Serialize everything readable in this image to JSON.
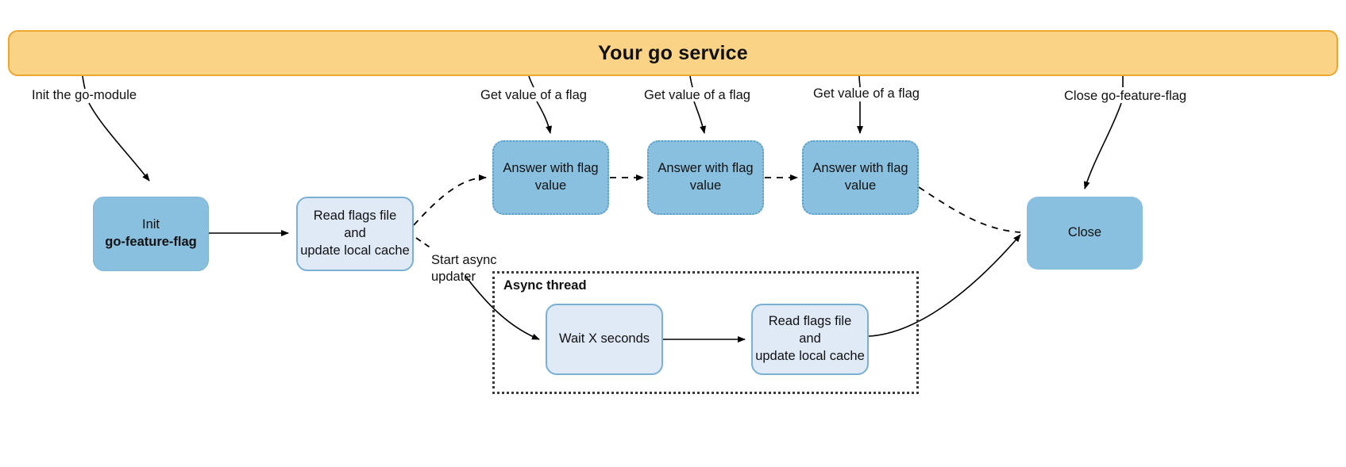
{
  "diagram": {
    "title": "go-feature-flag service flow",
    "service_band": {
      "label": "Your go service"
    },
    "nodes": [
      {
        "id": "init",
        "label": "Init",
        "label_bold": "go-feature-flag"
      },
      {
        "id": "read-flags-main",
        "label": "Read flags file\nand\nupdate local cache"
      },
      {
        "id": "answer-1",
        "label": "Answer with flag\nvalue"
      },
      {
        "id": "answer-2",
        "label": "Answer with flag\nvalue"
      },
      {
        "id": "answer-3",
        "label": "Answer with flag\nvalue"
      },
      {
        "id": "close",
        "label": "Close"
      },
      {
        "id": "wait",
        "label": "Wait X seconds"
      },
      {
        "id": "read-flags-async",
        "label": "Read flags file\nand\nupdate local cache"
      }
    ],
    "async_container": {
      "title": "Async thread"
    },
    "edge_labels": [
      {
        "id": "init-go-module",
        "text": "Init the go-module"
      },
      {
        "id": "get-value-1",
        "text": "Get value of a flag"
      },
      {
        "id": "get-value-2",
        "text": "Get value of a flag"
      },
      {
        "id": "get-value-3",
        "text": "Get value of a flag"
      },
      {
        "id": "close-gff",
        "text": "Close go-feature-flag"
      },
      {
        "id": "start-async",
        "text": "Start async\nupdater"
      }
    ],
    "colors": {
      "band_fill": "#fad386",
      "band_border": "#eda72e",
      "node_dark_fill": "#89c0df",
      "node_light_fill": "#dfeaf6",
      "node_light_border": "#79b0d4",
      "node_dashed_border": "#5b9ec4",
      "async_border": "#3b3b3b",
      "edge_stroke": "#000000",
      "text": "#111111"
    }
  }
}
